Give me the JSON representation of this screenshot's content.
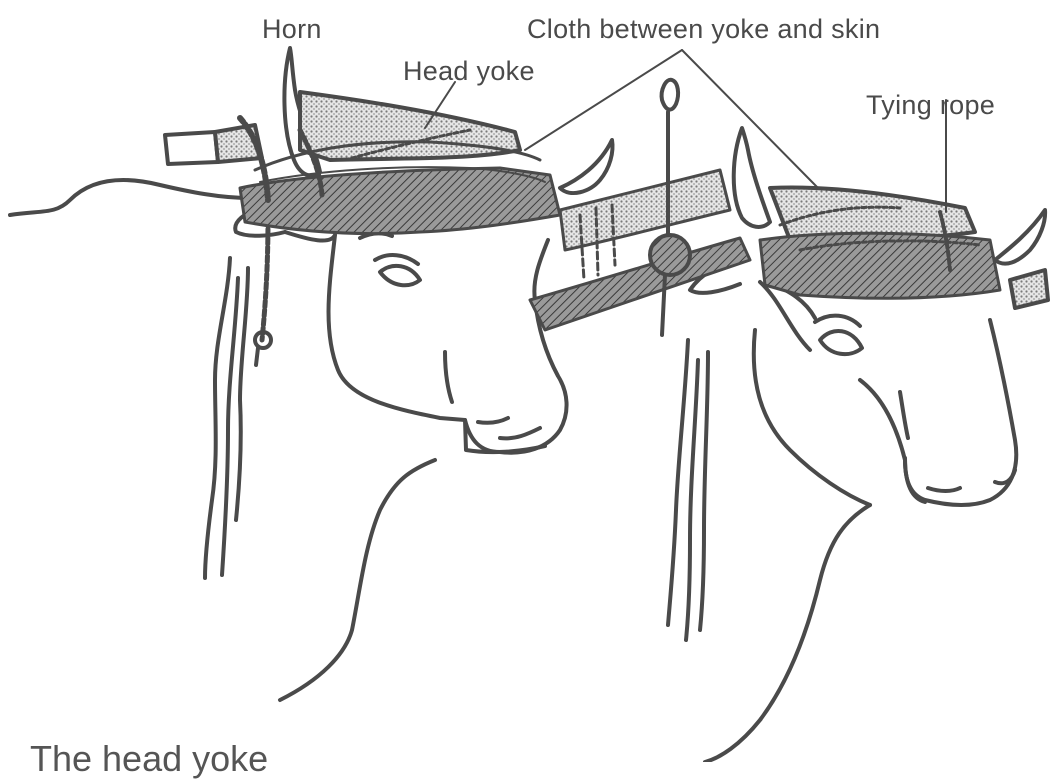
{
  "labels": {
    "horn": "Horn",
    "cloth": "Cloth between yoke and skin",
    "head_yoke": "Head yoke",
    "tying_rope": "Tying rope"
  },
  "caption": "The head yoke",
  "colors": {
    "ink": "#4a4a4a",
    "yoke_fill": "#cfcfcf",
    "hair_fill": "#8a8a8a",
    "background": "#ffffff"
  }
}
